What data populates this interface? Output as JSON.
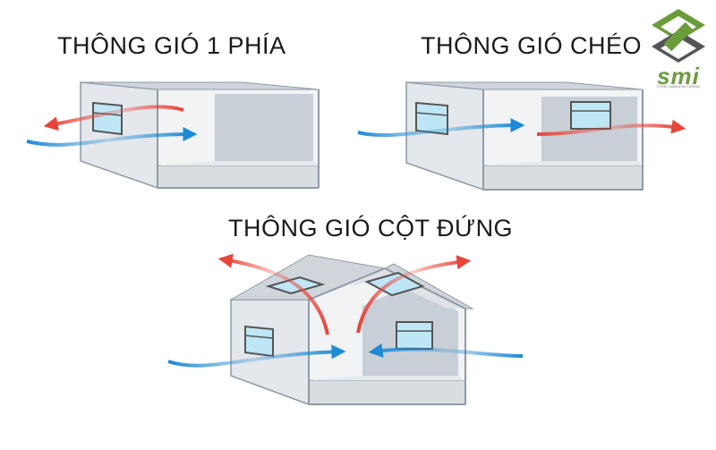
{
  "titles": {
    "single_side": "THÔNG GIÓ 1 PHÍA",
    "cross": "THÔNG GIÓ CHÉO",
    "stack": "THÔNG GIÓ CỘT ĐỨNG"
  },
  "logo": {
    "text": "smi",
    "sub": "STEEL MANUFACTURING"
  },
  "colors": {
    "airflow_in": "#1e8ad6",
    "airflow_out": "#e8453a",
    "wall": "#e4e7eb",
    "wall_edge": "#8f9aa5",
    "floor": "#d8dde2",
    "logo_green": "#6a9c3c"
  }
}
